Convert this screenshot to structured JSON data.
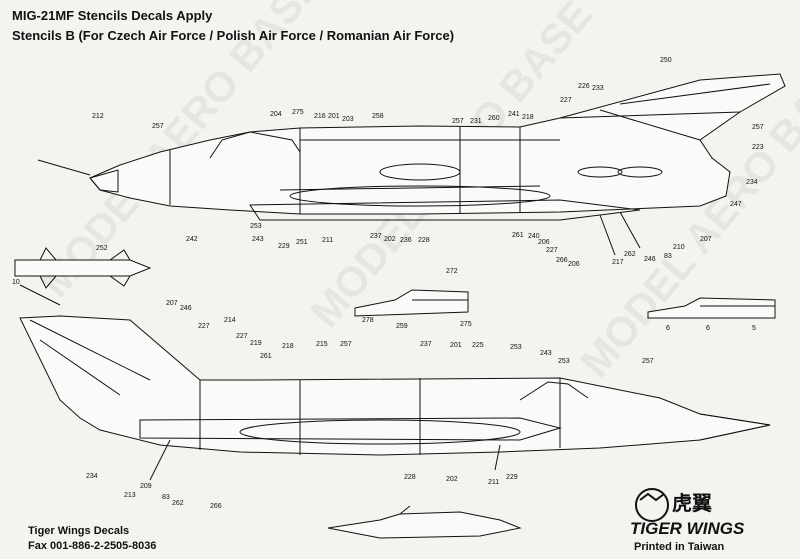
{
  "header": {
    "title": "MIG-21MF  Stencils Decals Apply",
    "subtitle": "Stencils B (For Czech Air Force / Polish Air Force / Romanian Air Force)"
  },
  "footer": {
    "company": "Tiger Wings Decals",
    "fax": "Fax  001-886-2-2505-8036",
    "printed": "Printed in Taiwan"
  },
  "brand": {
    "logo_text_zh": "虎翼",
    "logo_text_en": "TIGER WINGS",
    "watermark": "MODEL  AERO  BASE"
  },
  "upper_view_callouts": [
    "212",
    "257",
    "204",
    "275",
    "216",
    "201",
    "203",
    "258",
    "257",
    "231",
    "260",
    "241",
    "218",
    "227",
    "226",
    "233",
    "250",
    "257",
    "223",
    "234",
    "247",
    "207",
    "210",
    "83",
    "246",
    "262",
    "217",
    "206",
    "266",
    "227",
    "206",
    "240",
    "261",
    "237",
    "202",
    "236",
    "228",
    "211",
    "251",
    "229",
    "243",
    "253",
    "242",
    "252",
    "10"
  ],
  "lower_view_callouts": [
    "207",
    "246",
    "227",
    "214",
    "227",
    "219",
    "261",
    "218",
    "215",
    "257",
    "237",
    "201",
    "225",
    "253",
    "243",
    "253",
    "257",
    "234",
    "213",
    "209",
    "83",
    "262",
    "266",
    "228",
    "202",
    "211",
    "229"
  ],
  "detail_callouts": [
    "272",
    "278",
    "259",
    "275",
    "6",
    "6",
    "5"
  ],
  "colors": {
    "paper": "#f4f3ef",
    "ink": "#111111"
  }
}
